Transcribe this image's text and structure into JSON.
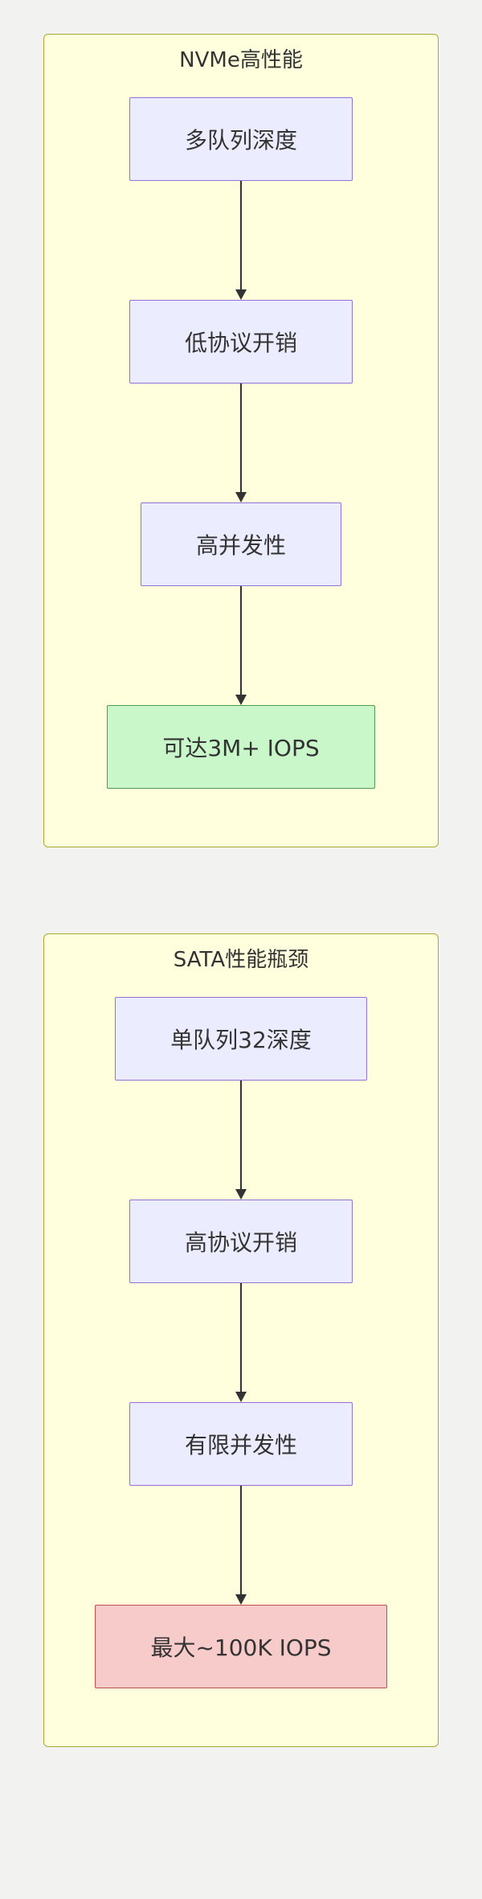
{
  "diagram": {
    "type": "flowchart",
    "direction": "top-down",
    "clusters": [
      {
        "title": "NVMe高性能",
        "nodes": [
          {
            "label": "多队列深度",
            "style": "default"
          },
          {
            "label": "低协议开销",
            "style": "default"
          },
          {
            "label": "高并发性",
            "style": "default"
          },
          {
            "label": "可达3M+ IOPS",
            "style": "success"
          }
        ]
      },
      {
        "title": "SATA性能瓶颈",
        "nodes": [
          {
            "label": "单队列32深度",
            "style": "default"
          },
          {
            "label": "高协议开销",
            "style": "default"
          },
          {
            "label": "有限并发性",
            "style": "default"
          },
          {
            "label": "最大~100K IOPS",
            "style": "danger"
          }
        ]
      }
    ],
    "colors": {
      "page_background": "#f2f2f0",
      "cluster_fill": "#ffffde",
      "cluster_border": "#aaaa33",
      "node_fill": "#ECECFF",
      "node_border": "#9370DB",
      "success_fill": "#C9F7C9",
      "success_border": "#4E9A4E",
      "danger_fill": "#F8CBCB",
      "danger_border": "#C0504D",
      "arrow_color": "#333333",
      "text_color": "#333333"
    }
  }
}
